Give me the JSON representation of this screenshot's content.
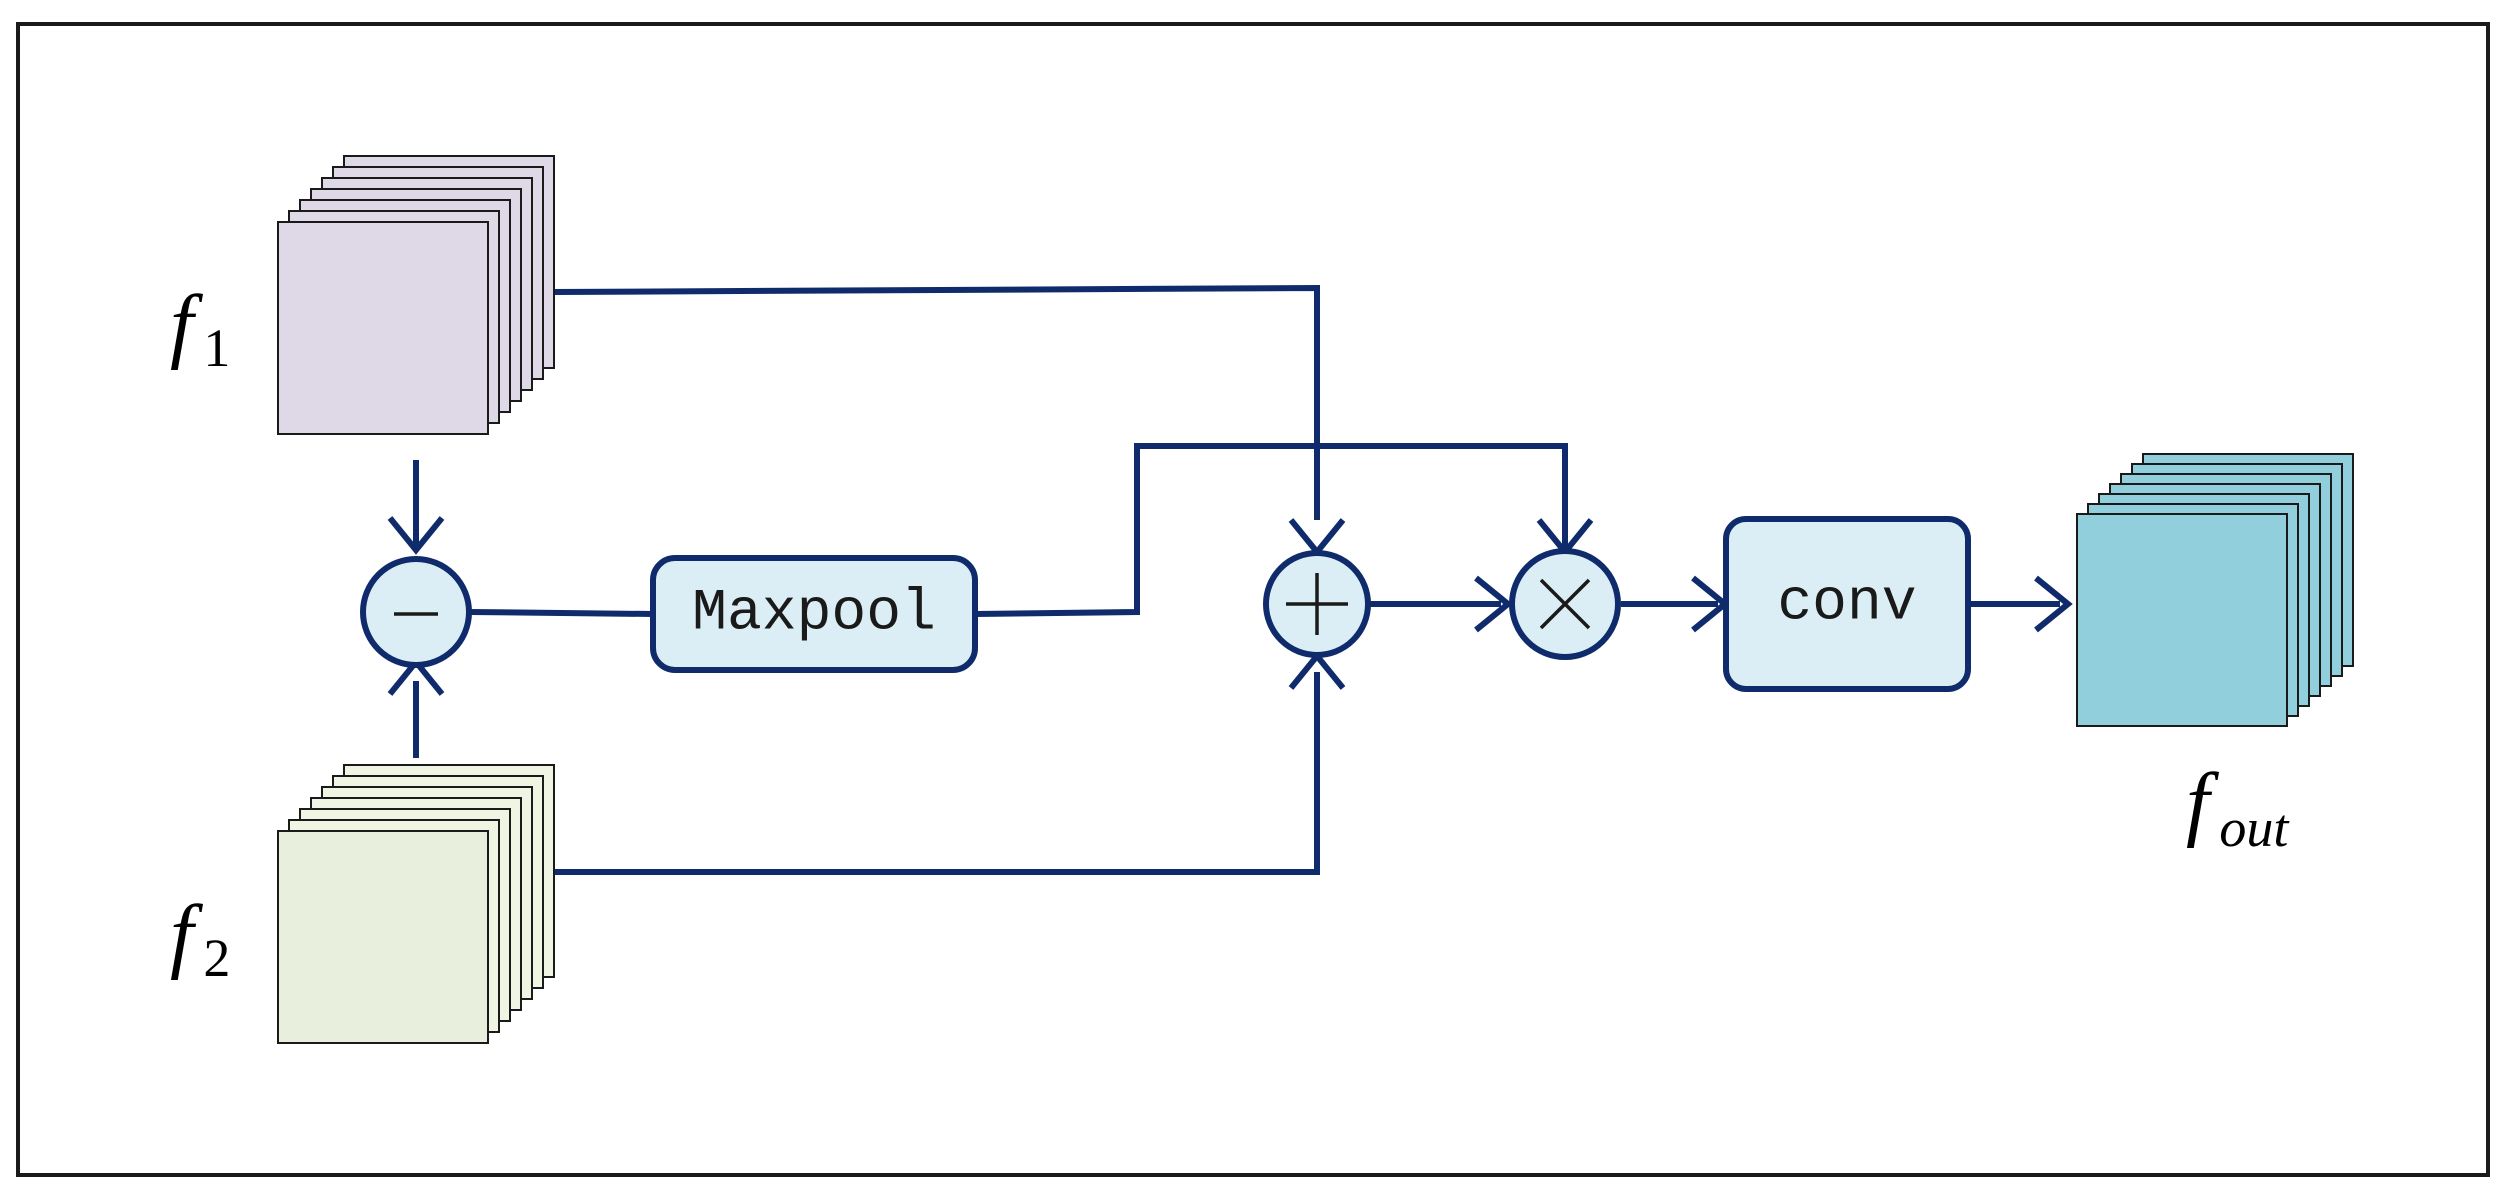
{
  "colors": {
    "line": "#0f2b6b",
    "frame": "#1a1a1a",
    "f1_fill": "#dfd8e7",
    "f2_fill": "#e8f0dd",
    "f2_back_fill": "#f0f4e3",
    "out_fill": "#92cfdd",
    "node_fill": "#dbeef5"
  },
  "inputs": {
    "f1": {
      "symbol": "f",
      "subscript": "1"
    },
    "f2": {
      "symbol": "f",
      "subscript": "2"
    }
  },
  "output": {
    "symbol": "f",
    "subscript": "out"
  },
  "operations": {
    "subtract": {
      "icon": "minus-icon"
    },
    "add": {
      "icon": "plus-icon"
    },
    "multiply": {
      "icon": "times-icon"
    }
  },
  "blocks": {
    "maxpool": {
      "label": "Maxpool"
    },
    "conv": {
      "label": "conv"
    }
  }
}
